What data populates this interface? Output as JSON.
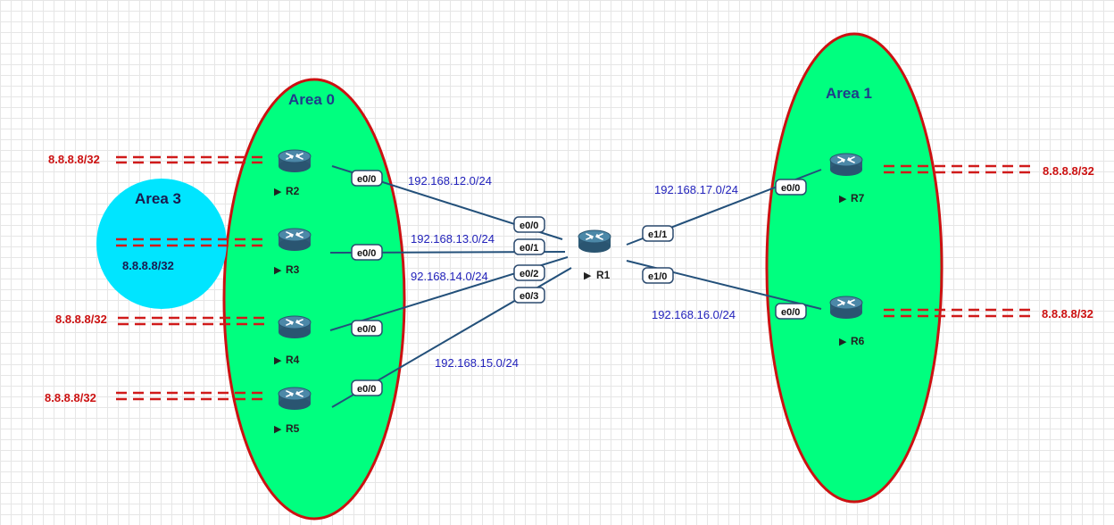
{
  "areas": {
    "area0": {
      "label": "Area 0",
      "color": "#00ff7f",
      "border": "#cc1111"
    },
    "area1": {
      "label": "Area 1",
      "color": "#00ff7f",
      "border": "#cc1111"
    },
    "area3": {
      "label": "Area 3",
      "route": "8.8.8.8/32",
      "color": "#00e5ff"
    }
  },
  "routers": {
    "R1": {
      "name": "R1"
    },
    "R2": {
      "name": "R2"
    },
    "R3": {
      "name": "R3"
    },
    "R4": {
      "name": "R4"
    },
    "R5": {
      "name": "R5"
    },
    "R6": {
      "name": "R6"
    },
    "R7": {
      "name": "R7"
    }
  },
  "interfaces": {
    "r2_e0_0": "e0/0",
    "r3_e0_0": "e0/0",
    "r4_e0_0": "e0/0",
    "r5_e0_0": "e0/0",
    "r1_e0_0": "e0/0",
    "r1_e0_1": "e0/1",
    "r1_e0_2": "e0/2",
    "r1_e0_3": "e0/3",
    "r1_e1_1": "e1/1",
    "r1_e1_0": "e1/0",
    "r7_e0_0": "e0/0",
    "r6_e0_0": "e0/0"
  },
  "networks": {
    "r1_r2": "192.168.12.0/24",
    "r1_r3": "192.168.13.0/24",
    "r1_r4": "92.168.14.0/24",
    "r1_r5": "192.168.15.0/24",
    "r1_r7": "192.168.17.0/24",
    "r1_r6": "192.168.16.0/24"
  },
  "loopbacks": {
    "r2": "8.8.8.8/32",
    "r4": "8.8.8.8/32",
    "r5": "8.8.8.8/32",
    "r7": "8.8.8.8/32",
    "r6": "8.8.8.8/32"
  },
  "colors": {
    "link": "#23507a",
    "route": "#d01a1a",
    "network_label": "#2222bb",
    "router_body": "#3d6f8e"
  },
  "icons": {
    "router": "router-icon",
    "play": "play-triangle-icon"
  }
}
